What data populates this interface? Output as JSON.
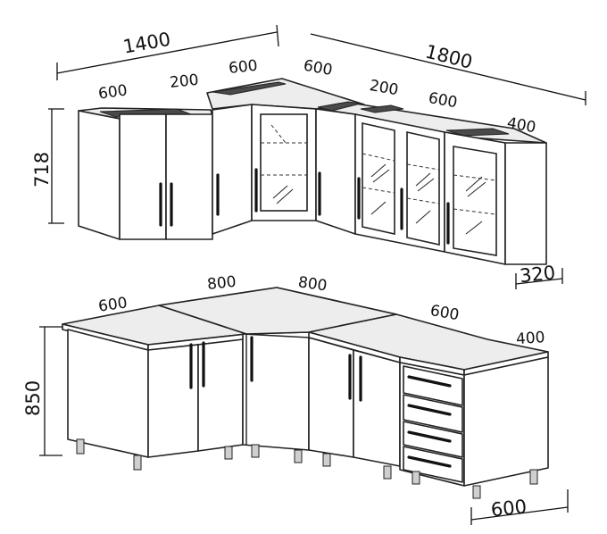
{
  "dimensions": {
    "upper_total_left": "1400",
    "upper_total_right": "1800",
    "upper_600_a": "600",
    "upper_200_a": "200",
    "upper_600_b": "600",
    "upper_600_c": "600",
    "upper_200_b": "200",
    "upper_600_d": "600",
    "upper_400": "400",
    "upper_height": "718",
    "upper_depth": "320",
    "base_600_a": "600",
    "base_800_a": "800",
    "base_800_b": "800",
    "base_600_b": "600",
    "base_400": "400",
    "base_height": "850",
    "base_depth": "600"
  }
}
